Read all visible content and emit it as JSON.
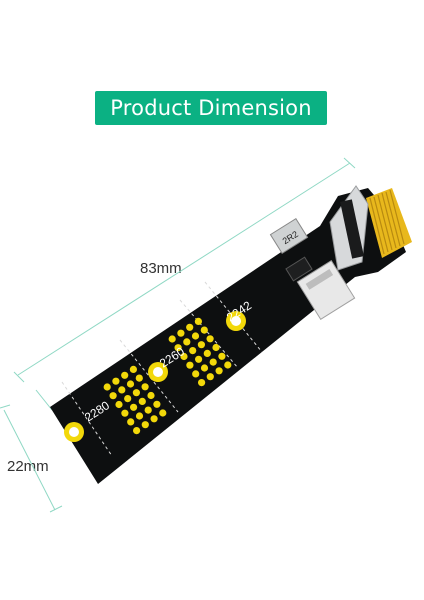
{
  "banner": {
    "title": "Product Dimension",
    "color": "#0bb183"
  },
  "dimensions": {
    "length": "83mm",
    "width": "22mm"
  },
  "board": {
    "color": "#0d0f10",
    "pad_color": "#f2d80a",
    "edge_contact_color": "#e8b81c",
    "size_marks": [
      "2242",
      "2260",
      "2280"
    ],
    "chip_label": "2R2"
  },
  "icons": [
    "sata-connector-icon",
    "power-header-icon",
    "chip-icon",
    "mounting-hole-icon",
    "edge-connector-icon"
  ]
}
